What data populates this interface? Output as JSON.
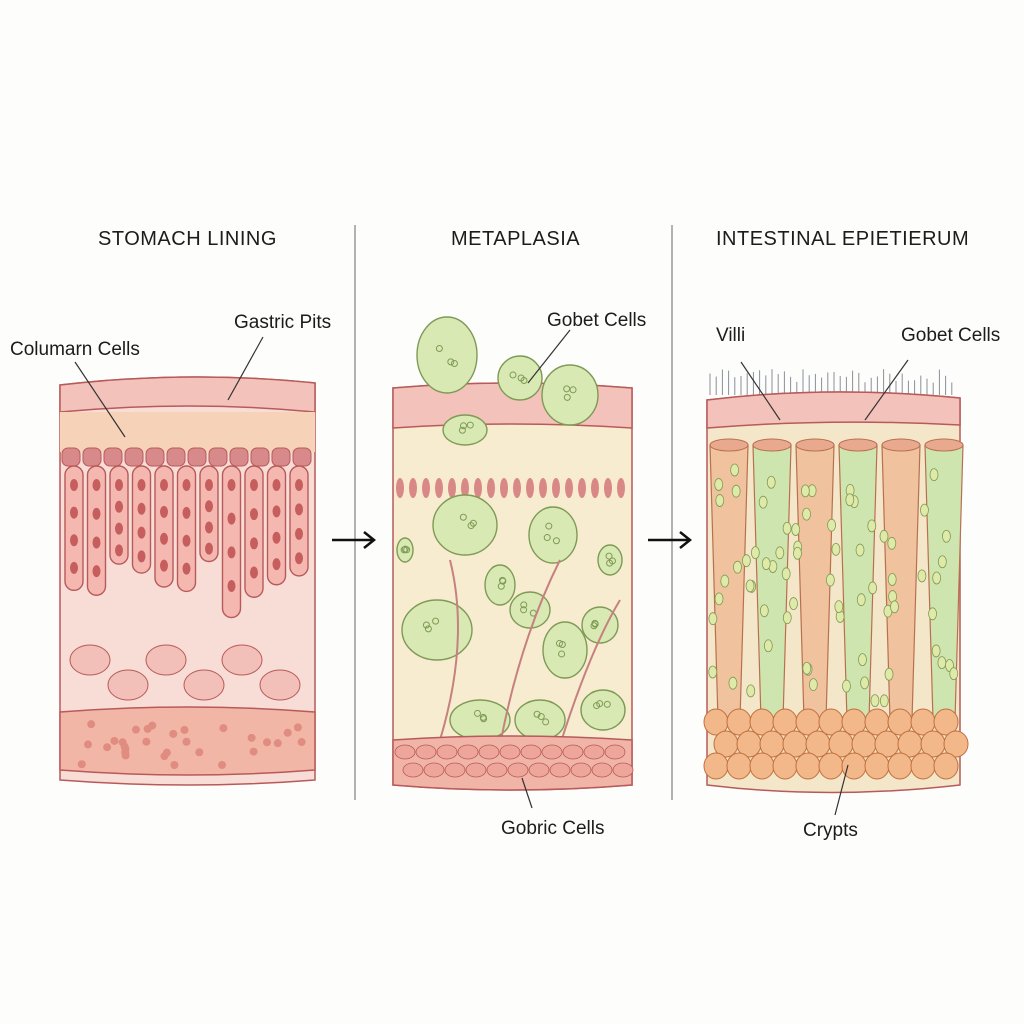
{
  "panels": [
    {
      "title": "STOMACH LINING",
      "labels": [
        "Columarn Cells",
        "Gastric Pits"
      ]
    },
    {
      "title": "METAPLASIA",
      "labels": [
        "Gobet Cells",
        "Gobric Cells"
      ]
    },
    {
      "title": "INTESTINAL EPIETIERUM",
      "labels": [
        "Villi",
        "Gobet Cells",
        "Crypts"
      ]
    }
  ],
  "colors": {
    "pink": "#f3c3bb",
    "pink_dark": "#b85a5a",
    "green": "#d8e9b4",
    "green_dark": "#7f9a55",
    "orange": "#f2b88a"
  }
}
